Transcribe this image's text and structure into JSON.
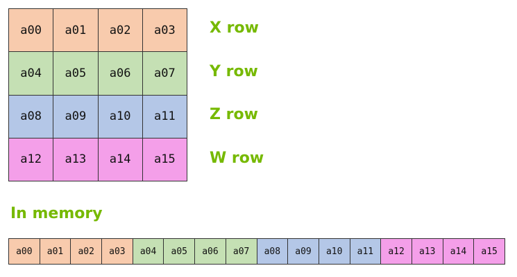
{
  "colors": {
    "x": "#f8cbad",
    "y": "#c5e0b4",
    "z": "#b4c7e7",
    "w": "#f49fe9",
    "label_green": "#76b900"
  },
  "matrix": {
    "rows": [
      {
        "label": "X row",
        "color_key": "x",
        "cells": [
          "a00",
          "a01",
          "a02",
          "a03"
        ]
      },
      {
        "label": "Y row",
        "color_key": "y",
        "cells": [
          "a04",
          "a05",
          "a06",
          "a07"
        ]
      },
      {
        "label": "Z row",
        "color_key": "z",
        "cells": [
          "a08",
          "a09",
          "a10",
          "a11"
        ]
      },
      {
        "label": "W row",
        "color_key": "w",
        "cells": [
          "a12",
          "a13",
          "a14",
          "a15"
        ]
      }
    ]
  },
  "memory": {
    "title": "In memory",
    "cells": [
      {
        "text": "a00",
        "color_key": "x"
      },
      {
        "text": "a01",
        "color_key": "x"
      },
      {
        "text": "a02",
        "color_key": "x"
      },
      {
        "text": "a03",
        "color_key": "x"
      },
      {
        "text": "a04",
        "color_key": "y"
      },
      {
        "text": "a05",
        "color_key": "y"
      },
      {
        "text": "a06",
        "color_key": "y"
      },
      {
        "text": "a07",
        "color_key": "y"
      },
      {
        "text": "a08",
        "color_key": "z"
      },
      {
        "text": "a09",
        "color_key": "z"
      },
      {
        "text": "a10",
        "color_key": "z"
      },
      {
        "text": "a11",
        "color_key": "z"
      },
      {
        "text": "a12",
        "color_key": "w"
      },
      {
        "text": "a13",
        "color_key": "w"
      },
      {
        "text": "a14",
        "color_key": "w"
      },
      {
        "text": "a15",
        "color_key": "w"
      }
    ]
  }
}
